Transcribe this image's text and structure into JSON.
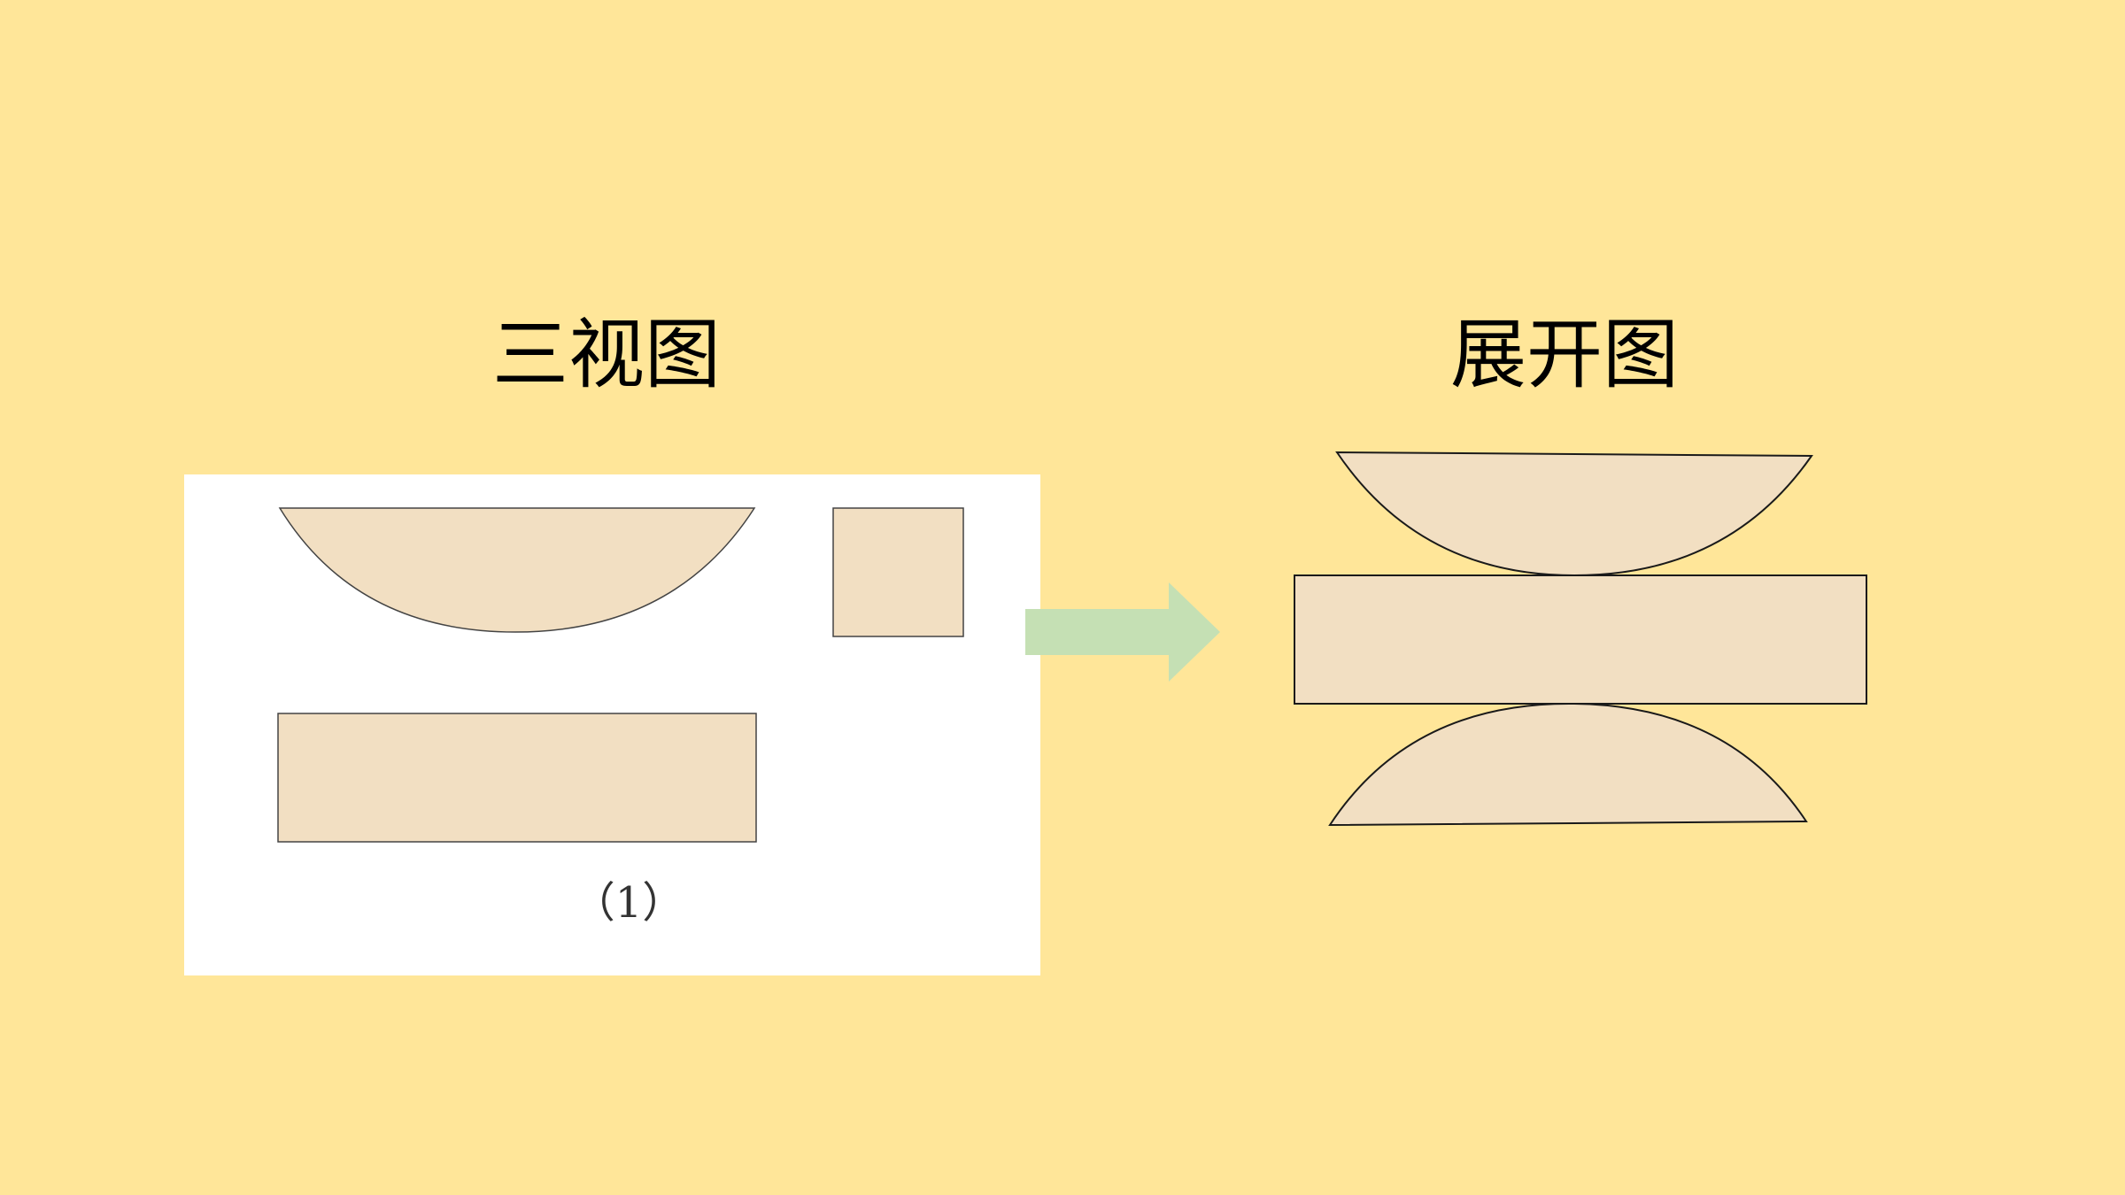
{
  "headings": {
    "left": "三视图",
    "right": "展开图"
  },
  "three_view_panel": {
    "caption": "（1）"
  },
  "colors": {
    "background": "#ffe699",
    "panel": "#ffffff",
    "shape_fill": "#f2dfc2",
    "shape_stroke": "#1a1a1a",
    "arrow": "#c5e0b4"
  }
}
